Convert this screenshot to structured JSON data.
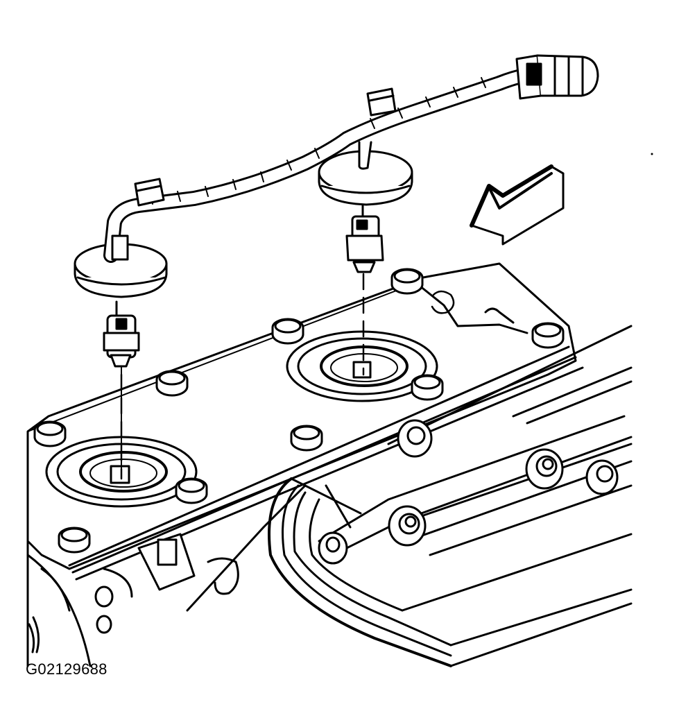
{
  "figure": {
    "code": "G02129688",
    "colors": {
      "line": "#000000",
      "background": "#ffffff"
    },
    "components": [
      "wiring-harness",
      "harness-connector",
      "harness-clip",
      "grommet",
      "knock-sensor",
      "knock-sensor-bore",
      "valley-cover",
      "valley-cover-bolt",
      "valve-cover",
      "valve-cover-bolt",
      "front-arrow"
    ]
  }
}
